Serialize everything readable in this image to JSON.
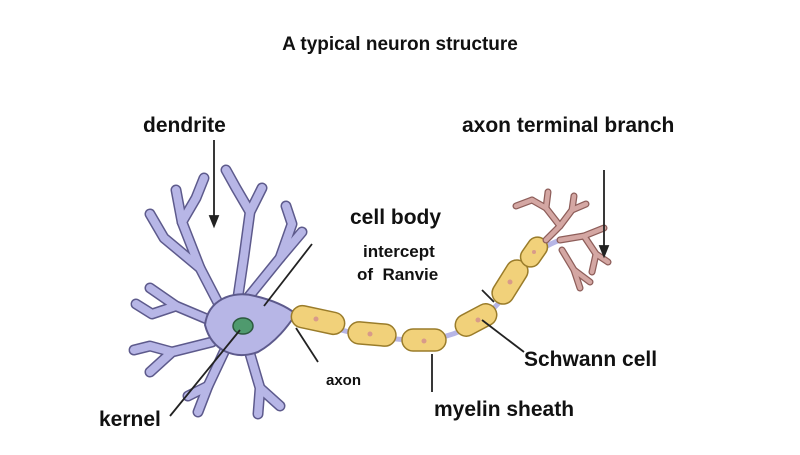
{
  "diagram": {
    "title": "A typical neuron structure",
    "labels": {
      "dendrite": "dendrite",
      "axon_terminal_branch": "axon terminal branch",
      "cell_body": "cell body",
      "intercept_line1": "intercept",
      "intercept_line2": "of  Ranvie",
      "schwann_cell": "Schwann cell",
      "axon": "axon",
      "myelin_sheath": "myelin sheath",
      "kernel": "kernel"
    },
    "colors": {
      "soma_fill": "#b7b6e6",
      "soma_stroke": "#5d5a8c",
      "nucleus": "#4f9a6e",
      "myelin_fill": "#f1d17a",
      "myelin_stroke": "#9a7c2a",
      "node_dot": "#d89a8a",
      "terminal_fill": "#d4a7a3",
      "terminal_stroke": "#8e5e5a",
      "pointer": "#222222"
    }
  }
}
